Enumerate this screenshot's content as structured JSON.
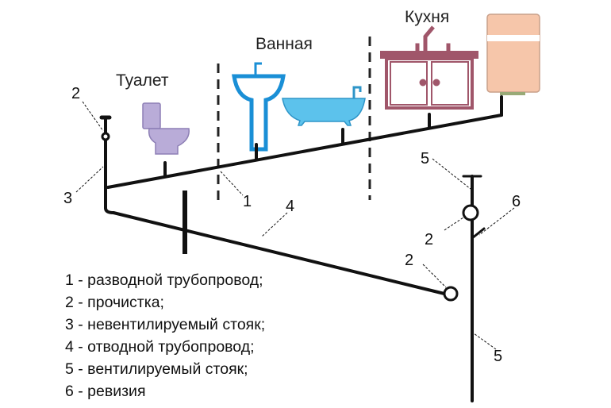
{
  "rooms": {
    "toilet": "Туалет",
    "bathroom": "Ванная",
    "kitchen": "Кухня"
  },
  "markers": {
    "m1": "1",
    "m2a": "2",
    "m2b": "2",
    "m2c": "2",
    "m3": "3",
    "m4": "4",
    "m5a": "5",
    "m5b": "5",
    "m6": "6"
  },
  "legend": [
    "1 - разводной трубопровод;",
    "2 - прочистка;",
    "3 - невентилируемый стояк;",
    "4 - отводной трубопровод;",
    "5 - вентилируемый стояк;",
    "6 - ревизия"
  ],
  "colors": {
    "toilet": "#b9acd8",
    "sink": "#1a8fd6",
    "bath": "#5cc2ec",
    "cabinet": "#a0566a",
    "heater": "#f6c6aa",
    "pipe": "#111111"
  }
}
